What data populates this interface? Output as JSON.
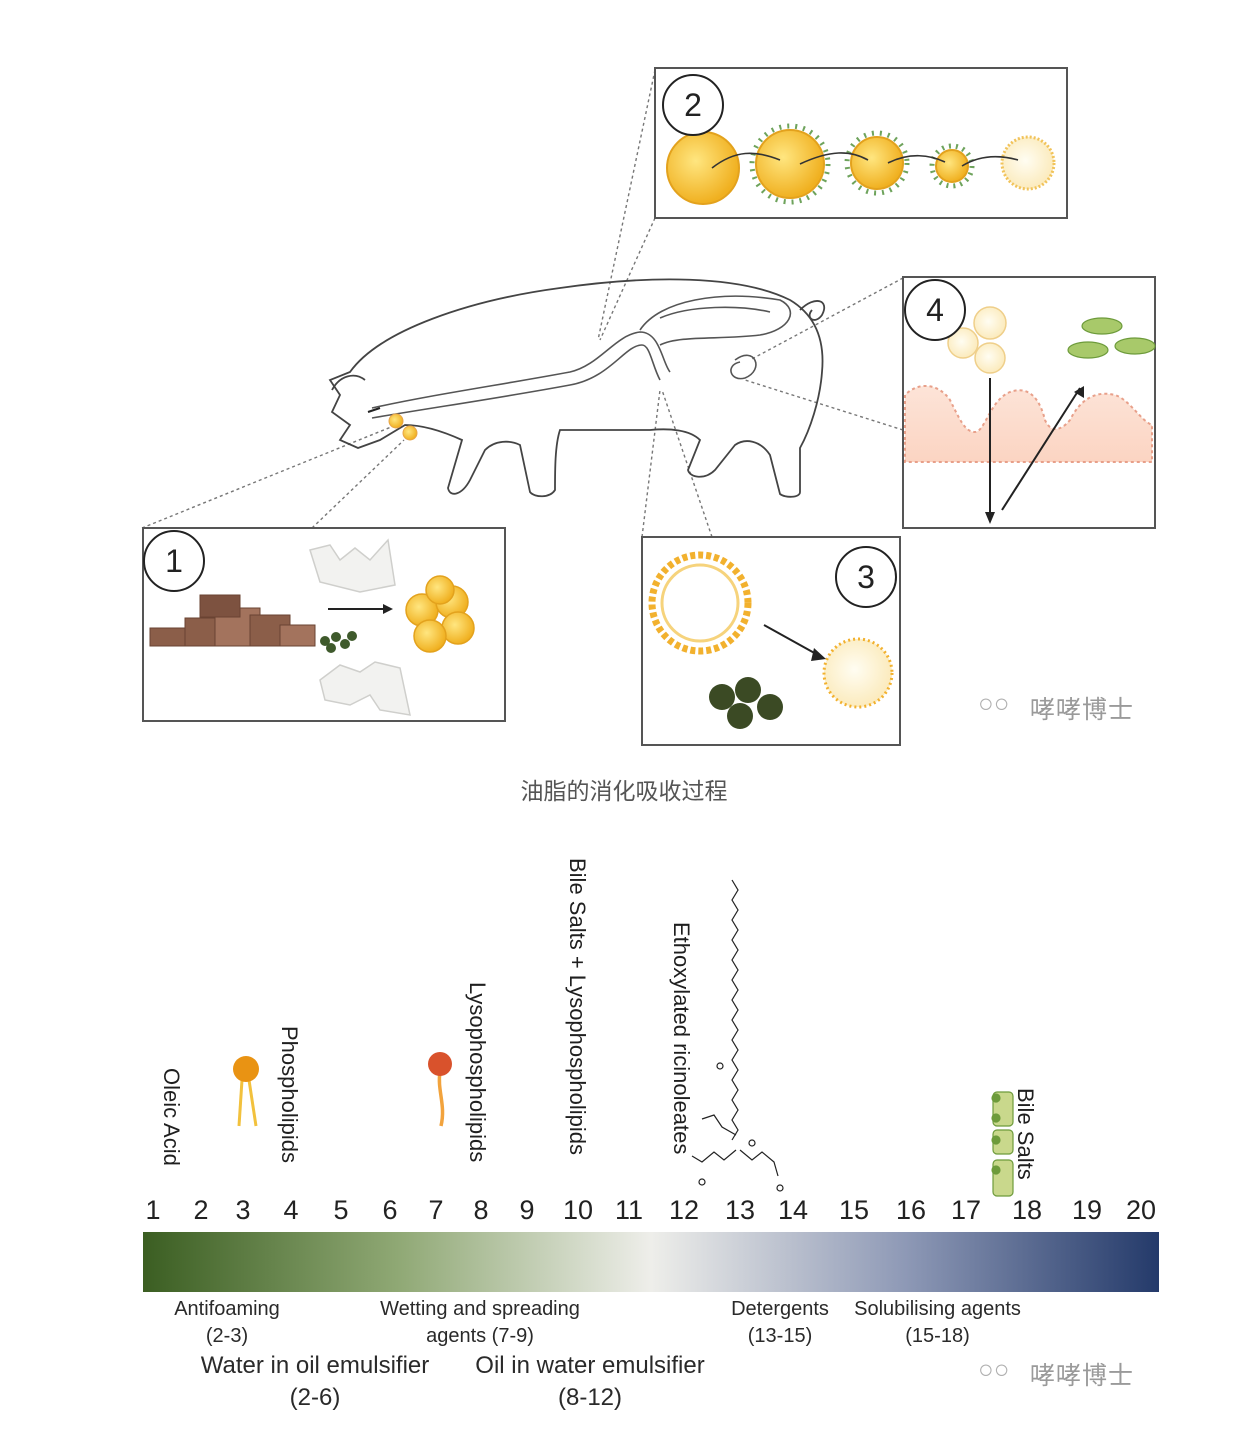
{
  "figure": {
    "step_numbers": [
      "1",
      "2",
      "3",
      "4"
    ],
    "caption": "油脂的消化吸收过程",
    "watermark": "哮哮博士",
    "watermark_icon": "wechat-icon"
  },
  "hlb_scale": {
    "ticks": [
      "1",
      "2",
      "3",
      "4",
      "5",
      "6",
      "7",
      "8",
      "9",
      "10",
      "11",
      "12",
      "13",
      "14",
      "15",
      "16",
      "17",
      "18",
      "19",
      "20"
    ],
    "compounds": [
      {
        "name": "Oleic Acid",
        "hlb": 1
      },
      {
        "name": "Phospholipids",
        "hlb": 3.8
      },
      {
        "name": "Lysophospholipids",
        "hlb": 7.7
      },
      {
        "name": "Bile Salts + Lysophospholipids",
        "hlb": 10
      },
      {
        "name": "Ethoxylated ricinoleates",
        "hlb": 12
      },
      {
        "name": "Bile Salts",
        "hlb": 17.8
      }
    ],
    "ranges": [
      {
        "label": "Antifoaming",
        "range": "(2-3)"
      },
      {
        "label": "Water in oil emulsifier",
        "range": "(2-6)"
      },
      {
        "label": "Wetting and spreading",
        "range": "agents (7-9)"
      },
      {
        "label": "Oil in water emulsifier",
        "range": "(8-12)"
      },
      {
        "label": "Detergents",
        "range": "(13-15)"
      },
      {
        "label": "Solubilising agents",
        "range": "(15-18)"
      }
    ],
    "gradient_colors": [
      "#3b5e22",
      "#eeeeea",
      "#243a6a"
    ]
  }
}
